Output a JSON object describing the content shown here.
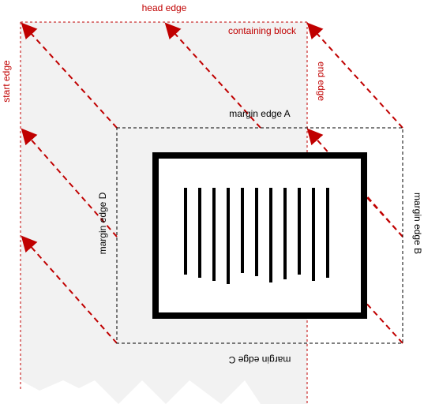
{
  "labels": {
    "head_edge": "head edge",
    "containing_block": "containing block",
    "start_edge": "start edge",
    "end_edge": "end edge",
    "margin_edge_a": "margin edge A",
    "margin_edge_b": "margin edge B",
    "margin_edge_c": "margin edge C",
    "margin_edge_d": "margin edge D"
  },
  "colors": {
    "containing_block_fill": "#f2f2f2",
    "guide_red": "#c00000",
    "margin_dash": "#000000",
    "box_border": "#000000"
  }
}
